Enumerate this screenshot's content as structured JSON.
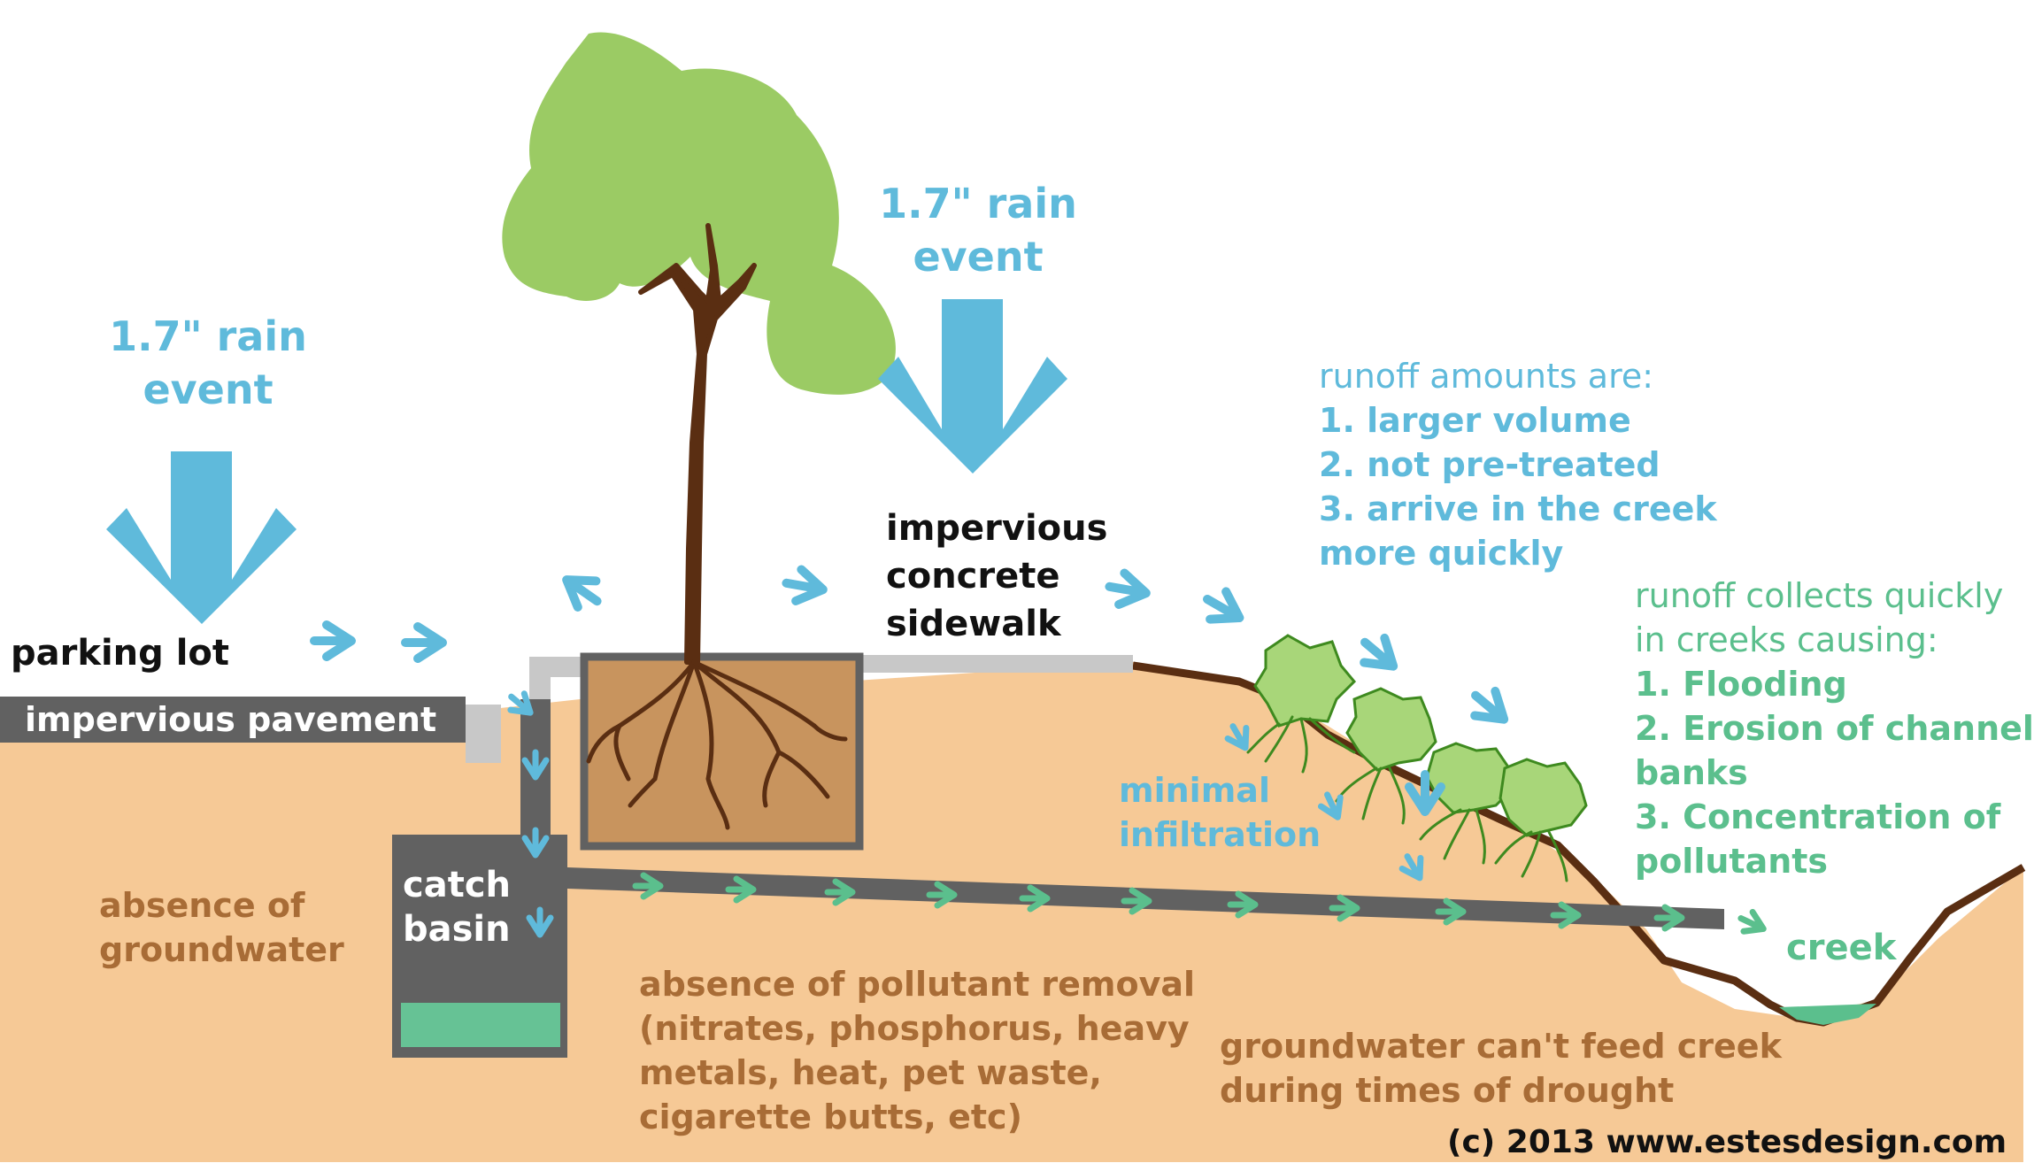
{
  "colors": {
    "sky": "#ffffff",
    "soil": "#f6c996",
    "rain_blue": "#5fbadb",
    "flow_green": "#5bbf8d",
    "label_brown": "#a86c36",
    "pavement": "#616161",
    "concrete": "#c8c8c8",
    "tree_pit": "#c8945e",
    "trunk": "#5a2e12",
    "foliage": "#9bcb64",
    "shrub": "#a8d679",
    "roots_green": "#3e8a1f"
  },
  "labels": {
    "rain_left": [
      "1.7\" rain",
      "event"
    ],
    "rain_center": [
      "1.7\" rain",
      "event"
    ],
    "parking_lot": "parking lot",
    "impervious_pavement": "impervious pavement",
    "sidewalk": [
      "impervious",
      "concrete",
      "sidewalk"
    ],
    "runoff_amounts_heading": "runoff amounts are:",
    "runoff_amounts": [
      "1. larger volume",
      "2. not pre-treated",
      "3. arrive in the creek",
      "more quickly"
    ],
    "runoff_collects_heading": [
      "runoff collects quickly",
      "in creeks causing:"
    ],
    "runoff_collects": [
      "1. Flooding",
      "2. Erosion of channel",
      "banks",
      "3. Concentration of",
      "pollutants"
    ],
    "minimal_infiltration": [
      "minimal",
      "infiltration"
    ],
    "catch_basin": [
      "catch",
      "basin"
    ],
    "absence_groundwater": [
      "absence of",
      "groundwater"
    ],
    "absence_pollutant": [
      "absence of pollutant removal",
      "(nitrates, phosphorus, heavy",
      "metals, heat, pet waste,",
      "cigarette butts, etc)"
    ],
    "groundwater_drought": [
      "groundwater can't feed creek",
      "during times of drought"
    ],
    "creek": "creek",
    "copyright": "(c) 2013 www.estesdesign.com"
  }
}
